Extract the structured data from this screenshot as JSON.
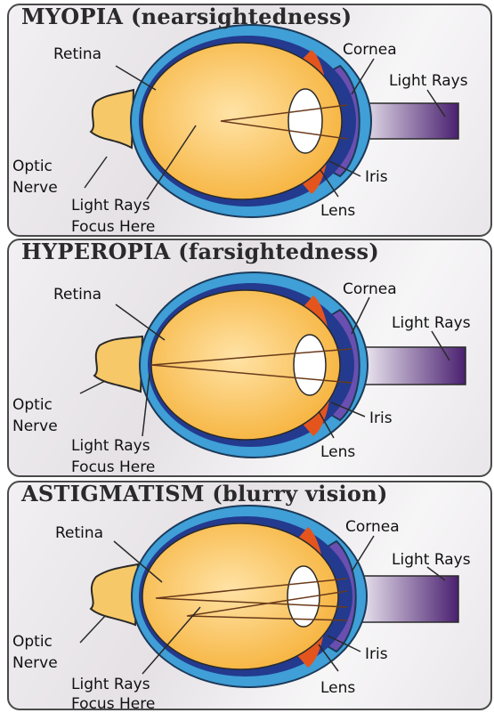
{
  "colors": {
    "sclera": "#3f9fd6",
    "choroid": "#233a8e",
    "vitreous": "#f6b33d",
    "vitreous_light": "#ffe3a6",
    "iris": "#e4551e",
    "cornea": "#6a4fb0",
    "light_rays": "#4a2070",
    "panel_border": "#4a4a4a"
  },
  "panels": [
    {
      "title": "MYOPIA (nearsightedness)",
      "labels": {
        "retina": "Retina",
        "cornea": "Cornea",
        "light_rays": "Light Rays",
        "optic_nerve_1": "Optic",
        "optic_nerve_2": "Nerve",
        "iris": "Iris",
        "lens": "Lens",
        "focus_1": "Light Rays",
        "focus_2": "Focus Here"
      }
    },
    {
      "title": "HYPEROPIA (farsightedness)",
      "labels": {
        "retina": "Retina",
        "cornea": "Cornea",
        "light_rays": "Light Rays",
        "optic_nerve_1": "Optic",
        "optic_nerve_2": "Nerve",
        "iris": "Iris",
        "lens": "Lens",
        "focus_1": "Light Rays",
        "focus_2": "Focus Here"
      }
    },
    {
      "title": "ASTIGMATISM (blurry vision)",
      "labels": {
        "retina": "Retina",
        "cornea": "Cornea",
        "light_rays": "Light Rays",
        "optic_nerve_1": "Optic",
        "optic_nerve_2": "Nerve",
        "iris": "Iris",
        "lens": "Lens",
        "focus_1": "Light Rays",
        "focus_2": "Focus Here"
      }
    }
  ]
}
